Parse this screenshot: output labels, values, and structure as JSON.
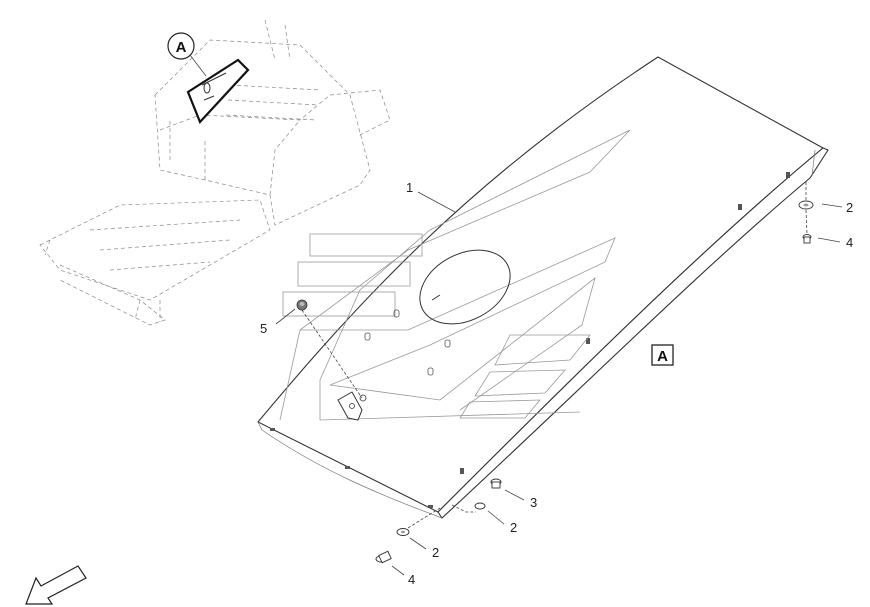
{
  "view_label": "A",
  "callouts": {
    "c1": "1",
    "c2_right": "2",
    "c4_right": "4",
    "c5": "5",
    "c3": "3",
    "c2_bottom_right": "2",
    "c2_bottom": "2",
    "c4_bottom": "4"
  },
  "icons": {
    "direction": "arrow-icon"
  }
}
